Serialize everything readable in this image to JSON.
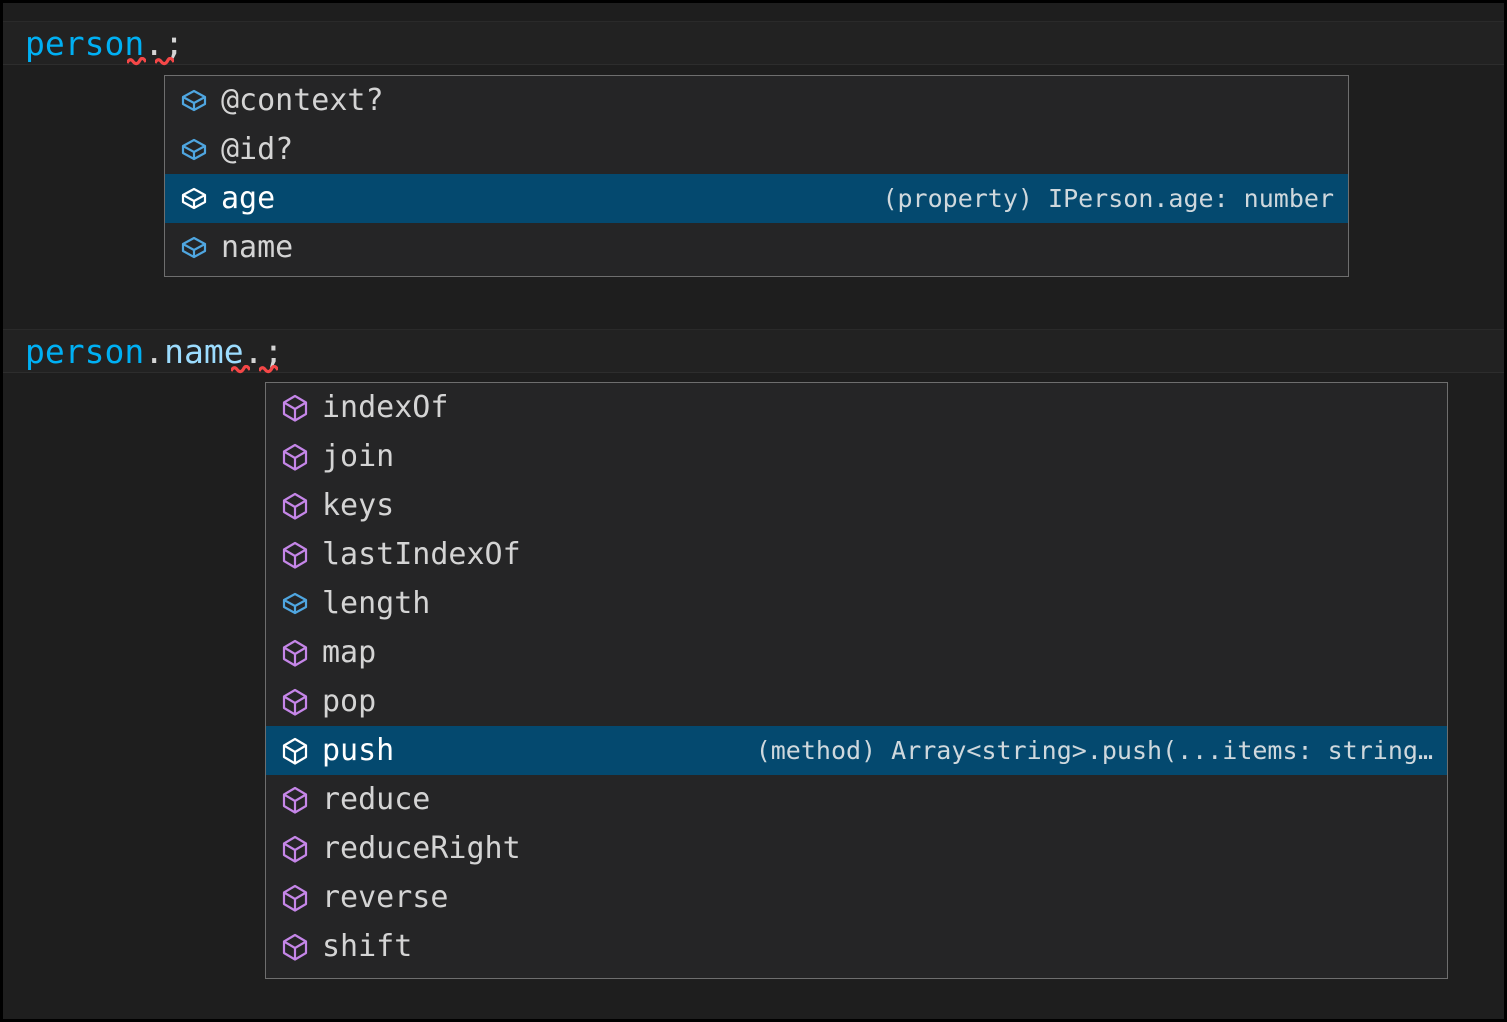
{
  "editor": {
    "background": "#1e1e1e",
    "line_highlight": "#222222",
    "selection_color": "#04496f",
    "popup_border": "#6e6e6e",
    "popup_background": "#252526",
    "error_squiggle_color": "#f44747",
    "lines": [
      {
        "id": "line-1",
        "tokens": [
          {
            "text": "person",
            "kind": "identifier"
          },
          {
            "text": ".",
            "kind": "punctuation"
          },
          {
            "text": ";",
            "kind": "punctuation"
          }
        ],
        "plain": "person.;",
        "errors": 2
      },
      {
        "id": "line-2",
        "tokens": [
          {
            "text": "person",
            "kind": "identifier"
          },
          {
            "text": ".",
            "kind": "punctuation"
          },
          {
            "text": "name",
            "kind": "property"
          },
          {
            "text": ".",
            "kind": "punctuation"
          },
          {
            "text": ";",
            "kind": "punctuation"
          }
        ],
        "plain": "person.name.;",
        "errors": 2
      }
    ]
  },
  "popups": [
    {
      "id": "popup-members",
      "name": "member-completion-list",
      "items": [
        {
          "label": "@context?",
          "icon": "property-cube-icon",
          "icon_color": "#4fa6e0",
          "selected": false,
          "detail": ""
        },
        {
          "label": "@id?",
          "icon": "property-cube-icon",
          "icon_color": "#4fa6e0",
          "selected": false,
          "detail": ""
        },
        {
          "label": "age",
          "icon": "property-cube-icon",
          "icon_color": "#ffffff",
          "selected": true,
          "detail": "(property) IPerson.age: number"
        },
        {
          "label": "name",
          "icon": "property-cube-icon",
          "icon_color": "#4fa6e0",
          "selected": false,
          "detail": ""
        }
      ]
    },
    {
      "id": "popup-array",
      "name": "array-completion-list",
      "items": [
        {
          "label": "indexOf",
          "icon": "method-cube-icon",
          "icon_color": "#c586e8",
          "selected": false,
          "detail": ""
        },
        {
          "label": "join",
          "icon": "method-cube-icon",
          "icon_color": "#c586e8",
          "selected": false,
          "detail": ""
        },
        {
          "label": "keys",
          "icon": "method-cube-icon",
          "icon_color": "#c586e8",
          "selected": false,
          "detail": ""
        },
        {
          "label": "lastIndexOf",
          "icon": "method-cube-icon",
          "icon_color": "#c586e8",
          "selected": false,
          "detail": ""
        },
        {
          "label": "length",
          "icon": "property-cube-icon",
          "icon_color": "#4fa6e0",
          "selected": false,
          "detail": ""
        },
        {
          "label": "map",
          "icon": "method-cube-icon",
          "icon_color": "#c586e8",
          "selected": false,
          "detail": ""
        },
        {
          "label": "pop",
          "icon": "method-cube-icon",
          "icon_color": "#c586e8",
          "selected": false,
          "detail": ""
        },
        {
          "label": "push",
          "icon": "method-cube-icon",
          "icon_color": "#ffffff",
          "selected": true,
          "detail": "(method) Array<string>.push(...items: string…"
        },
        {
          "label": "reduce",
          "icon": "method-cube-icon",
          "icon_color": "#c586e8",
          "selected": false,
          "detail": ""
        },
        {
          "label": "reduceRight",
          "icon": "method-cube-icon",
          "icon_color": "#c586e8",
          "selected": false,
          "detail": ""
        },
        {
          "label": "reverse",
          "icon": "method-cube-icon",
          "icon_color": "#c586e8",
          "selected": false,
          "detail": ""
        },
        {
          "label": "shift",
          "icon": "method-cube-icon",
          "icon_color": "#c586e8",
          "selected": false,
          "detail": ""
        }
      ]
    }
  ]
}
